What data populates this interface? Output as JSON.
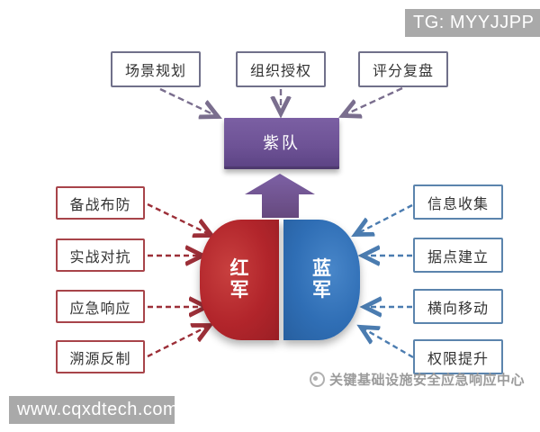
{
  "header": {
    "tg_label": "TG: MYYJJPP"
  },
  "footer": {
    "site": "www.cqxdtech.com",
    "org": "关键基础设施安全应急响应中心",
    "org_logo": "org-logo-icon"
  },
  "purple_team": {
    "label": "紫队",
    "inputs": [
      "场景规划",
      "组织授权",
      "评分复盘"
    ]
  },
  "red_team": {
    "label": "红军",
    "phases": [
      "备战布防",
      "实战对抗",
      "应急响应",
      "溯源反制"
    ]
  },
  "blue_team": {
    "label": "蓝军",
    "phases": [
      "信息收集",
      "据点建立",
      "横向移动",
      "权限提升"
    ]
  },
  "icons": {
    "up_block_arrow": "up-block-arrow",
    "dashed_arrow": "dashed-arrow"
  },
  "colors": {
    "purple_box": "#6d5295",
    "purple_arrow_line": "#7a6e8e",
    "red_shape": "#b2252b",
    "red_arrow_line": "#9c2f38",
    "red_box_border": "#a8444a",
    "blue_shape": "#2f6eb5",
    "blue_arrow_line": "#4b7cb0",
    "blue_box_border": "#5b84ad",
    "top_box_border": "#70708a",
    "watermark_gray": "#a9a9a9",
    "org_text_gray": "#9b9b9b"
  }
}
